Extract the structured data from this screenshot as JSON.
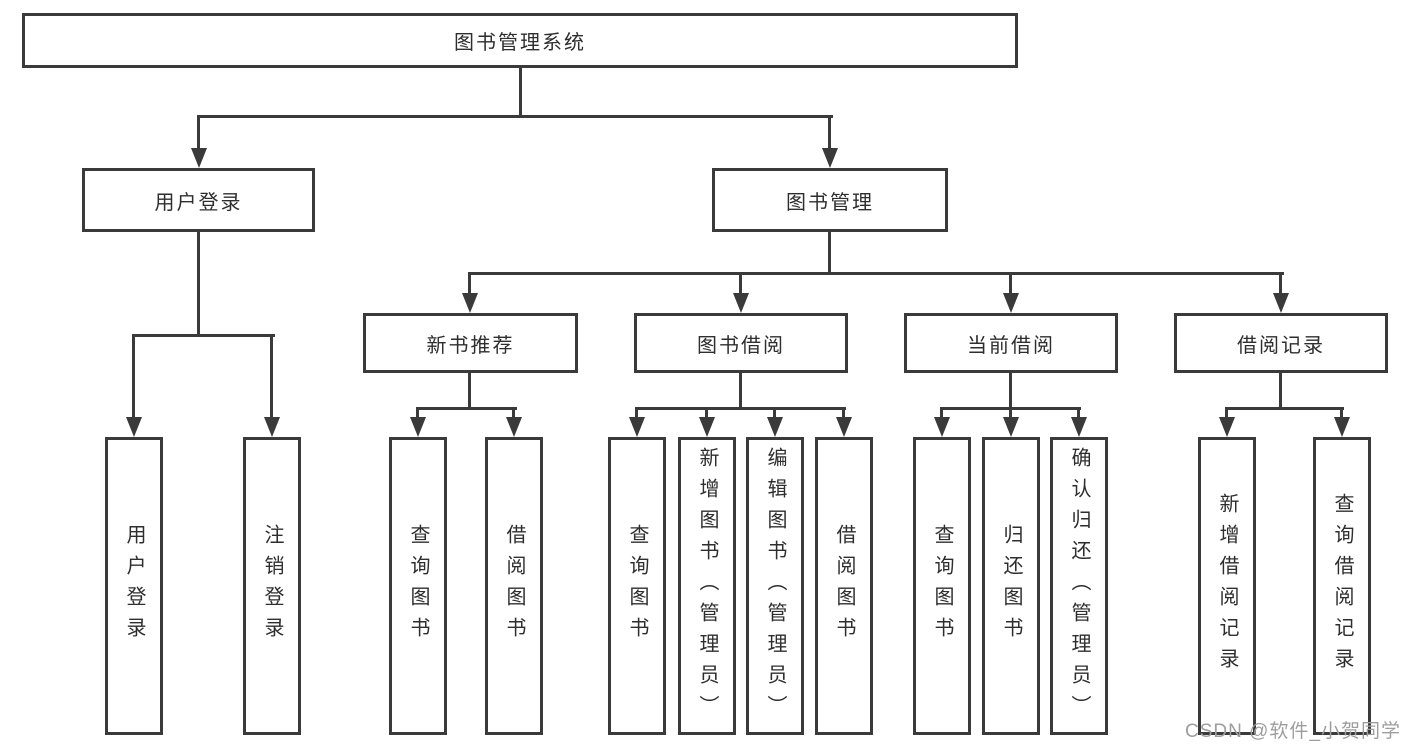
{
  "tree": {
    "root": {
      "label": "图书管理系统"
    },
    "branches": [
      {
        "label": "用户登录",
        "leaves": [
          {
            "label": "用户登录"
          },
          {
            "label": "注销登录"
          }
        ]
      },
      {
        "label": "图书管理",
        "groups": [
          {
            "label": "新书推荐",
            "leaves": [
              {
                "label": "查询图书"
              },
              {
                "label": "借阅图书"
              }
            ]
          },
          {
            "label": "图书借阅",
            "leaves": [
              {
                "label": "查询图书"
              },
              {
                "label": "新增图书（管理员）"
              },
              {
                "label": "编辑图书（管理员）"
              },
              {
                "label": "借阅图书"
              }
            ]
          },
          {
            "label": "当前借阅",
            "leaves": [
              {
                "label": "查询图书"
              },
              {
                "label": "归还图书"
              },
              {
                "label": "确认归还（管理员）"
              }
            ]
          },
          {
            "label": "借阅记录",
            "leaves": [
              {
                "label": "新增借阅记录"
              },
              {
                "label": "查询借阅记录"
              }
            ]
          }
        ]
      }
    ]
  },
  "watermark": {
    "text": "CSDN @软件_小贺同学"
  },
  "colors": {
    "line": "#3a3a3a",
    "text": "#2e2e2e",
    "watermark": "#9e9e9e",
    "background": "#ffffff"
  }
}
